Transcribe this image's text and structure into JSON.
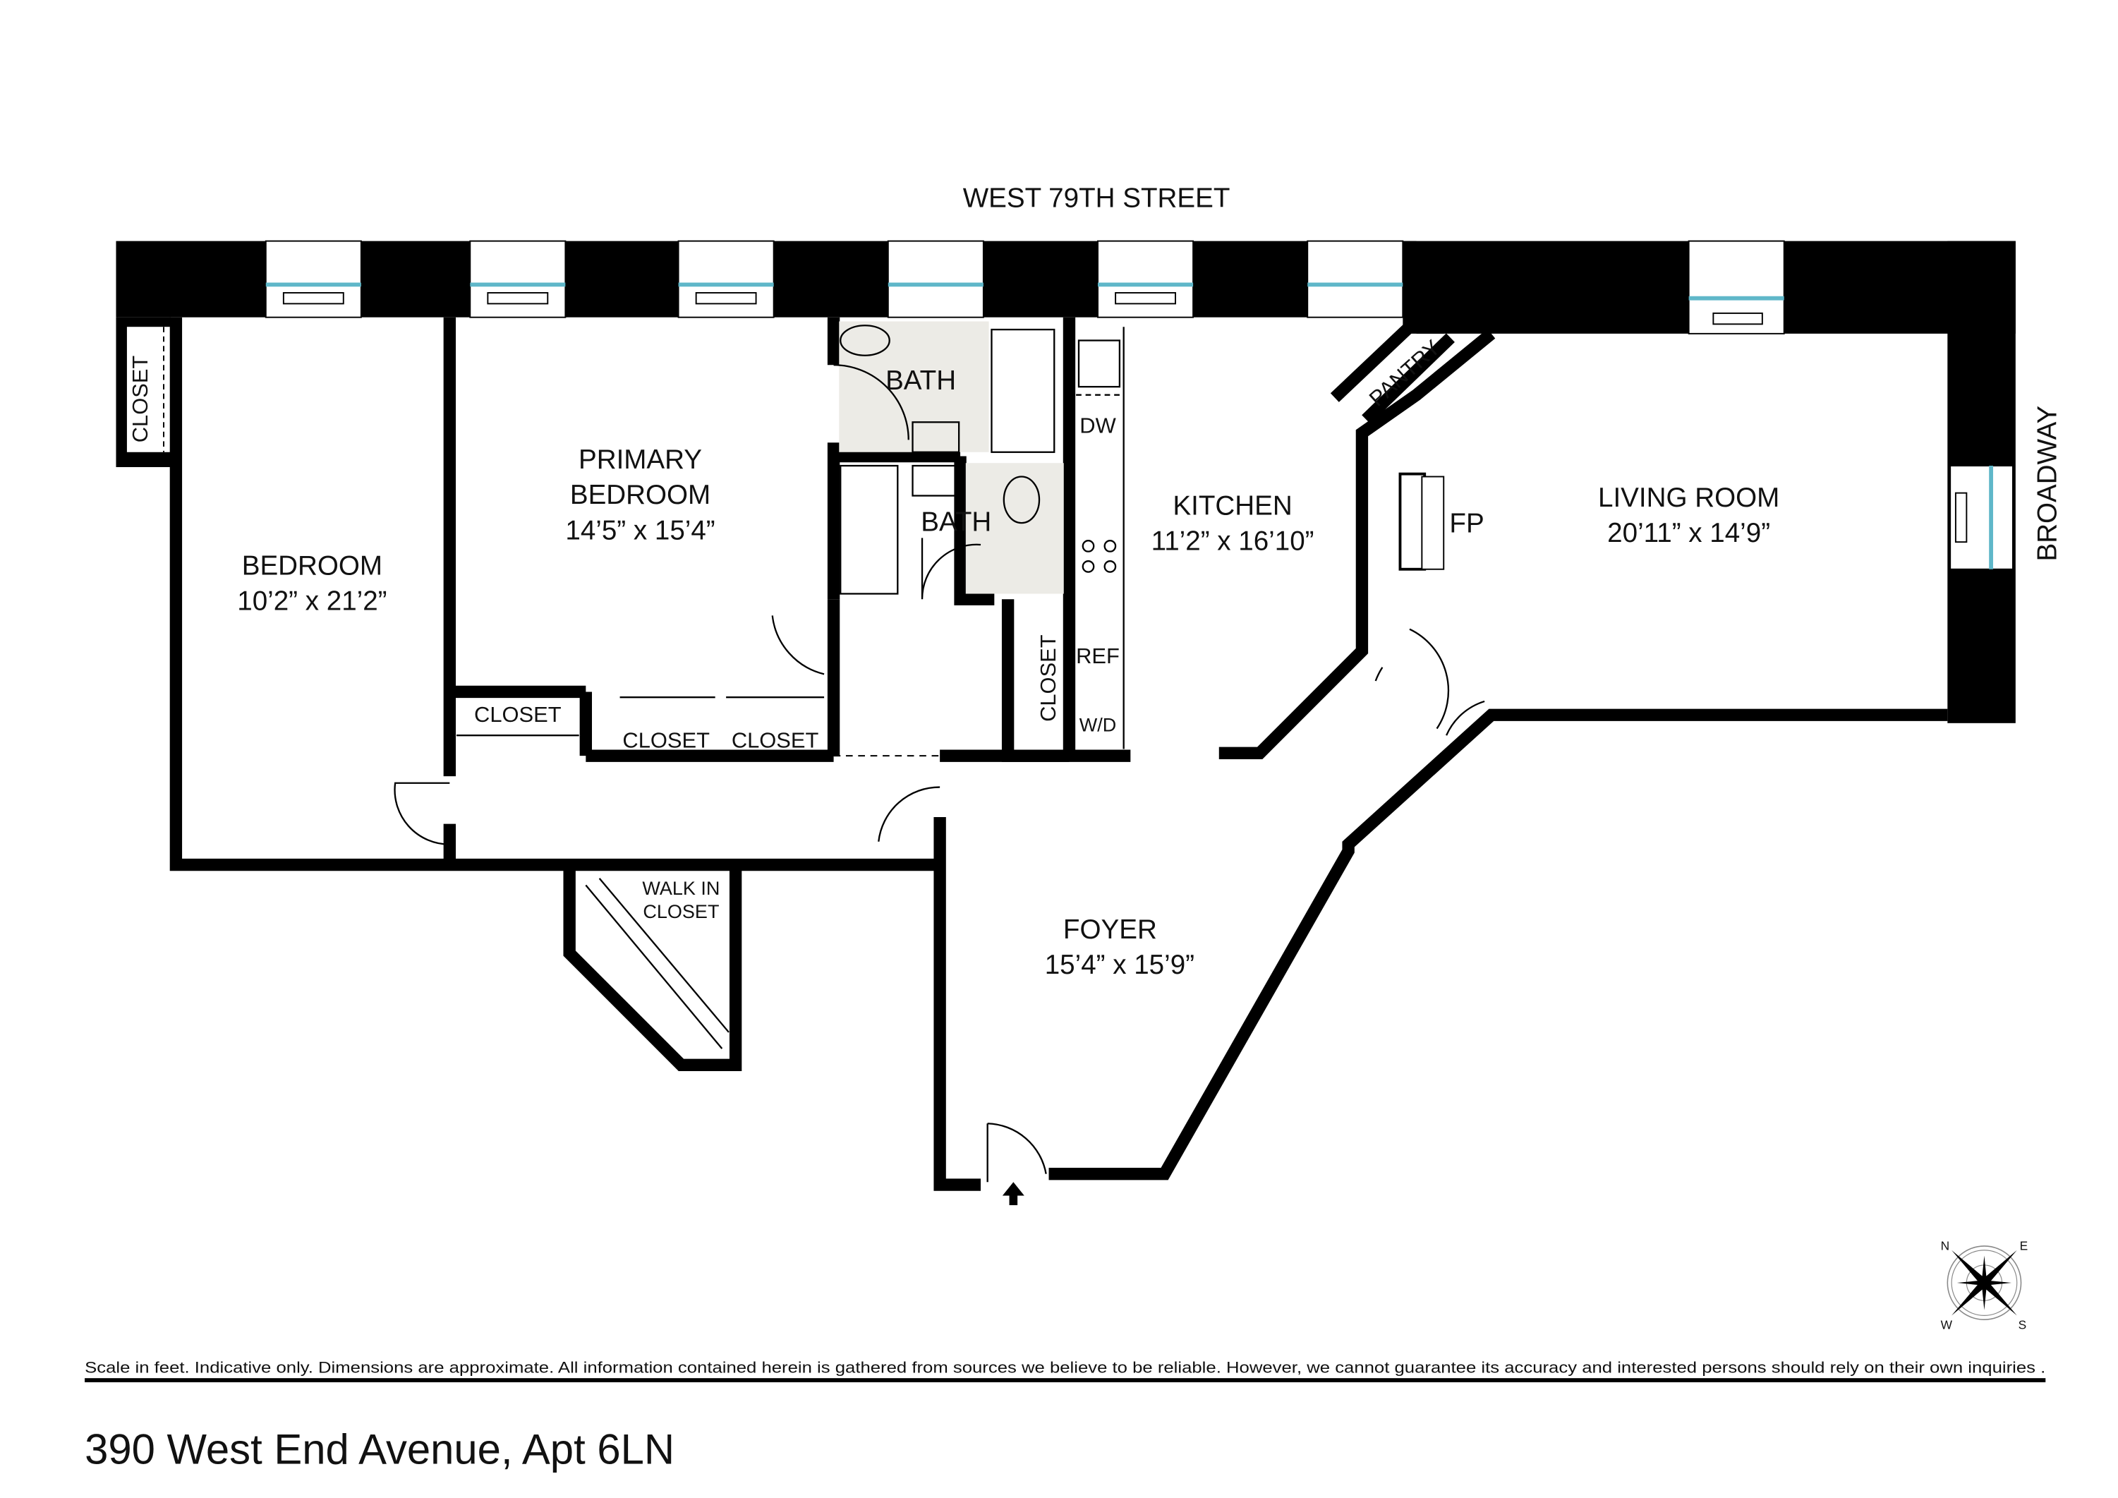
{
  "streets": {
    "top": "WEST 79TH STREET",
    "right": "BROADWAY"
  },
  "rooms": {
    "bedroom": {
      "name": "BEDROOM",
      "size": "10’2” x 21’2”"
    },
    "primary": {
      "name1": "PRIMARY",
      "name2": "BEDROOM",
      "size": "14’5” x 15’4”"
    },
    "kitchen": {
      "name": "KITCHEN",
      "size": "11’2” x 16’10”"
    },
    "living": {
      "name": "LIVING ROOM",
      "size": "20’11” x 14’9”"
    },
    "foyer": {
      "name": "FOYER",
      "size": "15’4” x 15’9”"
    },
    "bath1": "BATH",
    "bath2": "BATH",
    "pantry": "PANTRY",
    "fp": "FP",
    "dw": "DW",
    "ref": "REF",
    "wd": "W/D",
    "closet_left": "CLOSET",
    "closet_a": "CLOSET",
    "closet_b": "CLOSET",
    "closet_c": "CLOSET",
    "closet_kitchen": "CLOSET",
    "walkin1": "WALK IN",
    "walkin2": "CLOSET"
  },
  "compass": {
    "n": "N",
    "e": "E",
    "s": "S",
    "w": "W"
  },
  "colors": {
    "window_glass": "#5fb7c9",
    "bath_tile": "#ecebe6"
  },
  "disclaimer": "Scale in feet. Indicative only. Dimensions are approximate. All information contained herein is gathered from sources we believe to be reliable. However, we cannot guarantee its accuracy and interested persons should rely on their own inquiries .",
  "address": "390 West End Avenue, Apt 6LN"
}
